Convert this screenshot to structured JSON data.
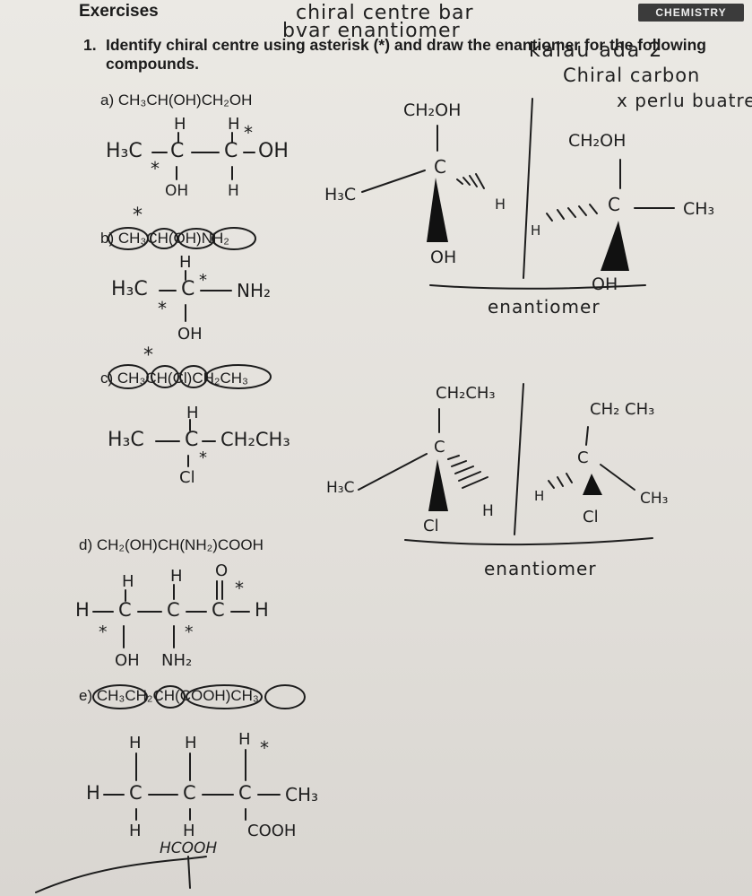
{
  "header": {
    "title": "Exercises",
    "badge": "CHEMISTRY"
  },
  "question": {
    "number": "1.",
    "line1": "Identify chiral centre using asterisk (*) and draw the enantiomer for the following",
    "line2": "compounds."
  },
  "notes": {
    "top1": "chiral centre bar",
    "top2": "bvar enantiomer",
    "top3": "kalau ada 2",
    "top4": "Chiral carbon",
    "top5": "x perlu buatren",
    "enantiomer1": "enantiomer",
    "enantiomer2": "enantiomer"
  },
  "parts": [
    {
      "label": "a)",
      "formula": "CH₃CH(OH)CH₂OH"
    },
    {
      "label": "b)",
      "formula": "CH₃CH(OH)NH₂"
    },
    {
      "label": "c)",
      "formula": "CH₃CH(Cl)CH₂CH₃"
    },
    {
      "label": "d)",
      "formula": "CH₂(OH)CH(NH₂)COOH"
    },
    {
      "label": "e)",
      "formula": "CH₃CH₂CH(COOH)CH₃"
    }
  ],
  "structures": {
    "a": {
      "left": "H₃C",
      "mid": "C",
      "mid2": "C",
      "right": "OH",
      "top1": "H",
      "top2": "H",
      "bot1": "OH",
      "bot2": "H",
      "star": "*"
    },
    "b": {
      "left": "H₃C",
      "mid": "C",
      "right": "NH₂",
      "top": "H",
      "bot": "OH",
      "star": "*"
    },
    "c": {
      "left": "H₃C",
      "mid": "C",
      "right": "CH₂CH₃",
      "top": "H",
      "bot": "Cl",
      "star": "*"
    },
    "d": {
      "h": "H",
      "c1": "C",
      "c2": "C",
      "c3": "C",
      "rh": "H",
      "t1": "H",
      "t2": "H",
      "t3": "O",
      "b1": "OH",
      "b2": "NH₂",
      "star": "*"
    },
    "e": {
      "h": "H",
      "c1": "C",
      "c2": "C",
      "c3": "C",
      "r": "CH₃",
      "t1": "H",
      "t2": "H",
      "t3": "H",
      "b1": "H",
      "b2": "H",
      "b3": "COOH",
      "star": "*",
      "note": "HCOOH"
    }
  },
  "wedges": {
    "a_left": {
      "top": "CH₂OH",
      "center": "C",
      "left": "H₃C",
      "hash": "H",
      "wedge": "OH"
    },
    "a_right": {
      "top": "CH₂OH",
      "center": "C",
      "right": "CH₃",
      "hash": "H",
      "wedge": "OH"
    },
    "c_left": {
      "top": "CH₂CH₃",
      "center": "C",
      "left": "H₃C",
      "hash": "H",
      "wedge": "Cl"
    },
    "c_right": {
      "top": "CH₂ CH₃",
      "center": "C",
      "right": "CH₃",
      "hash": "H",
      "wedge": "Cl"
    }
  }
}
